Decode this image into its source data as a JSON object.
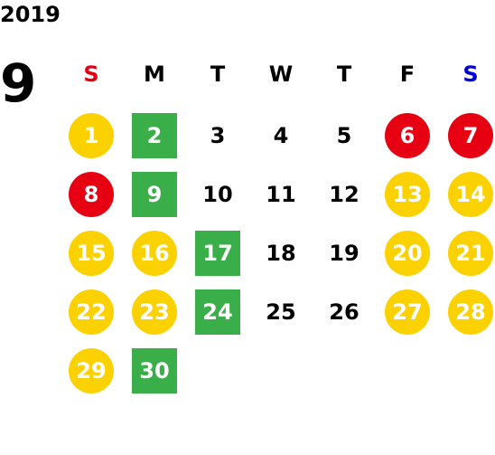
{
  "calendar": {
    "year": "2019",
    "month": "9",
    "weekdays": [
      {
        "label": "S",
        "color": "#e60012"
      },
      {
        "label": "M",
        "color": "#000000"
      },
      {
        "label": "T",
        "color": "#000000"
      },
      {
        "label": "W",
        "color": "#000000"
      },
      {
        "label": "T",
        "color": "#000000"
      },
      {
        "label": "F",
        "color": "#000000"
      },
      {
        "label": "S",
        "color": "#0000dd"
      }
    ],
    "colors": {
      "yellow": "#fbd100",
      "red": "#e60012",
      "green": "#3aaf49",
      "plain": "#000000"
    },
    "weeks": [
      [
        {
          "day": "1",
          "style": "yellow-circle"
        },
        {
          "day": "2",
          "style": "green-square"
        },
        {
          "day": "3",
          "style": "plain"
        },
        {
          "day": "4",
          "style": "plain"
        },
        {
          "day": "5",
          "style": "plain"
        },
        {
          "day": "6",
          "style": "red-circle"
        },
        {
          "day": "7",
          "style": "red-circle"
        }
      ],
      [
        {
          "day": "8",
          "style": "red-circle"
        },
        {
          "day": "9",
          "style": "green-square"
        },
        {
          "day": "10",
          "style": "plain"
        },
        {
          "day": "11",
          "style": "plain"
        },
        {
          "day": "12",
          "style": "plain"
        },
        {
          "day": "13",
          "style": "yellow-circle"
        },
        {
          "day": "14",
          "style": "yellow-circle"
        }
      ],
      [
        {
          "day": "15",
          "style": "yellow-circle"
        },
        {
          "day": "16",
          "style": "yellow-circle"
        },
        {
          "day": "17",
          "style": "green-square"
        },
        {
          "day": "18",
          "style": "plain"
        },
        {
          "day": "19",
          "style": "plain"
        },
        {
          "day": "20",
          "style": "yellow-circle"
        },
        {
          "day": "21",
          "style": "yellow-circle"
        }
      ],
      [
        {
          "day": "22",
          "style": "yellow-circle"
        },
        {
          "day": "23",
          "style": "yellow-circle"
        },
        {
          "day": "24",
          "style": "green-square"
        },
        {
          "day": "25",
          "style": "plain"
        },
        {
          "day": "26",
          "style": "plain"
        },
        {
          "day": "27",
          "style": "yellow-circle"
        },
        {
          "day": "28",
          "style": "yellow-circle"
        }
      ],
      [
        {
          "day": "29",
          "style": "yellow-circle"
        },
        {
          "day": "30",
          "style": "green-square"
        }
      ]
    ]
  }
}
